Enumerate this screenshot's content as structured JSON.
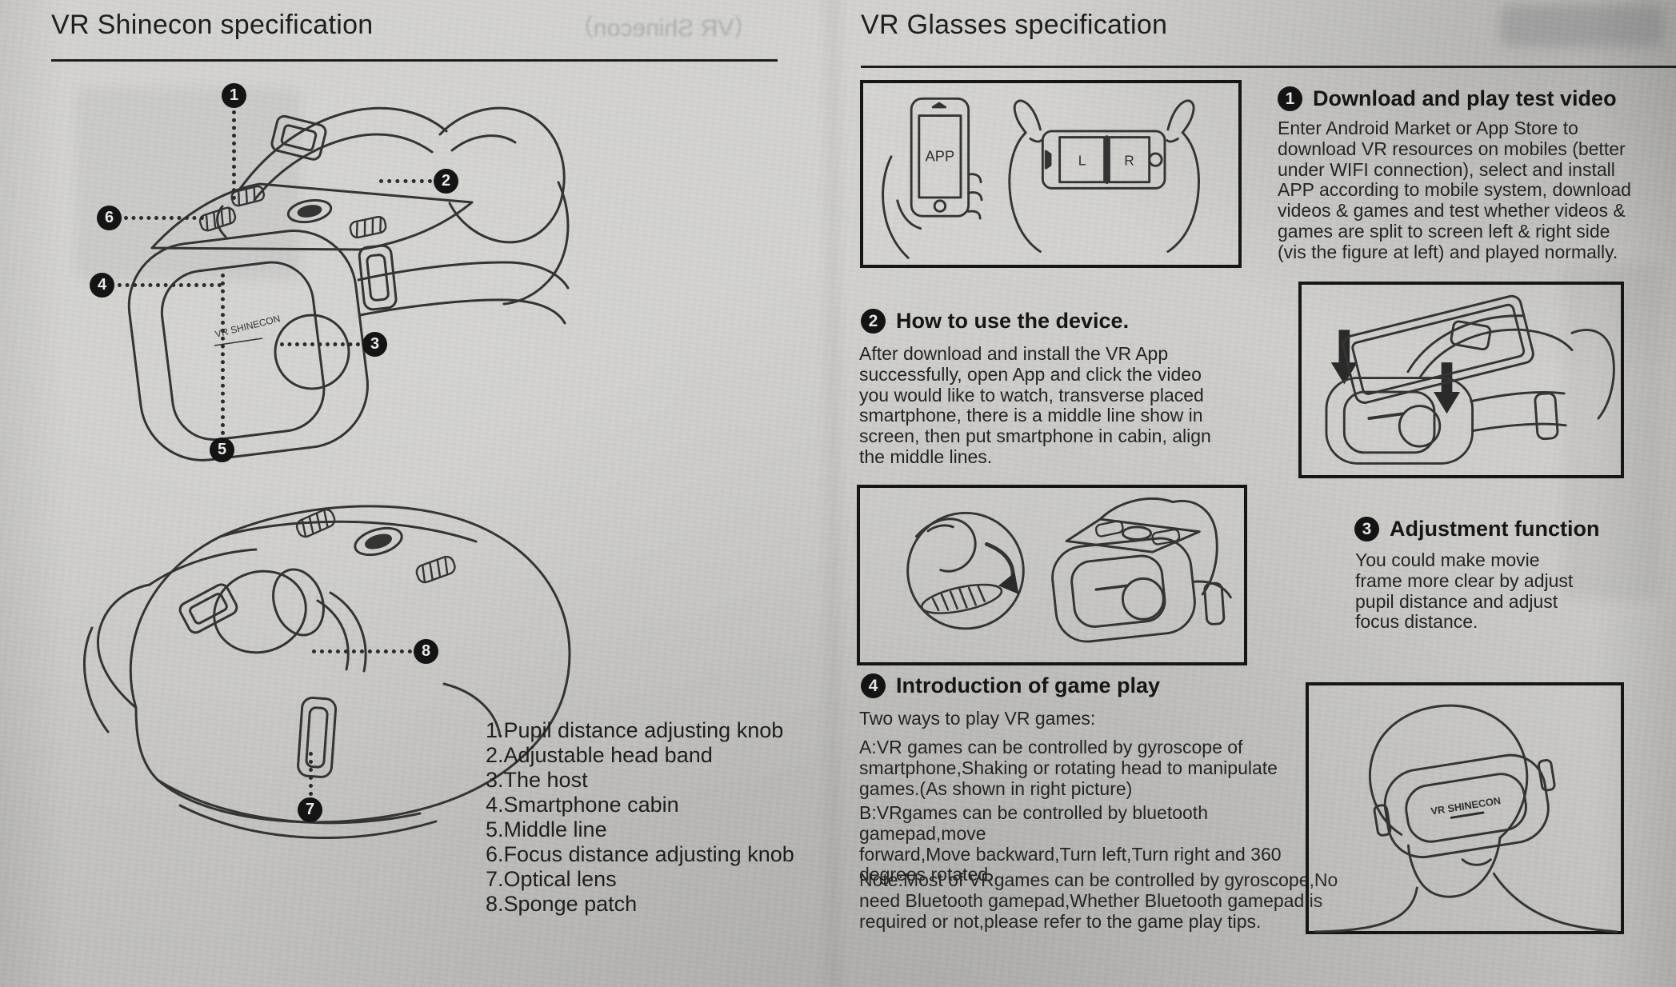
{
  "left_page": {
    "title": "VR Shinecon specification",
    "bleed_text": "（VR Shinecon）",
    "brand_label": "VR SHINECON",
    "callouts": [
      "1",
      "2",
      "3",
      "4",
      "5",
      "6",
      "7",
      "8"
    ],
    "legend": [
      "1.Pupil distance adjusting knob",
      "2.Adjustable head band",
      "3.The host",
      "4.Smartphone cabin",
      "5.Middle line",
      "6.Focus distance adjusting knob",
      "7.Optical lens",
      "8.Sponge patch"
    ]
  },
  "right_page": {
    "title": "VR Glasses specification",
    "figure_phone": {
      "app_label": "APP",
      "left": "L",
      "right": "R"
    },
    "sections": [
      {
        "num": "1",
        "heading": "Download and play test video",
        "body": "Enter Android Market or App Store to\ndownload VR resources on mobiles (better\nunder WIFI connection), select and install\nAPP according to mobile system, download\nvideos & games and test whether videos &\ngames are split to screen left & right side\n(vis the figure at left) and played normally."
      },
      {
        "num": "2",
        "heading": "How to use the device.",
        "body": "After download and install the VR App\nsuccessfully, open App and click the video\nyou would like to watch, transverse placed\nsmartphone, there is a middle line show in\nscreen, then put smartphone in cabin, align\nthe middle lines."
      },
      {
        "num": "3",
        "heading": "Adjustment function",
        "body": "You could make movie\nframe more clear by adjust\npupil distance and adjust\nfocus distance."
      },
      {
        "num": "4",
        "heading": "Introduction of game play",
        "intro": "Two ways to play VR games:",
        "para_a": "A:VR games can be controlled by gyroscope of\nsmartphone,Shaking or rotating head to manipulate\ngames.(As shown in right picture)",
        "para_b": "B:VRgames can be controlled by bluetooth gamepad,move\nforward,Move backward,Turn left,Turn right and 360\ndegrees rotated.",
        "note": "Note:Most of VRgames can be controlled by gyroscope,No\nneed Bluetooth gamepad,Whether Bluetooth gamepad is\nrequired or not,please refer to the game play tips."
      }
    ]
  }
}
